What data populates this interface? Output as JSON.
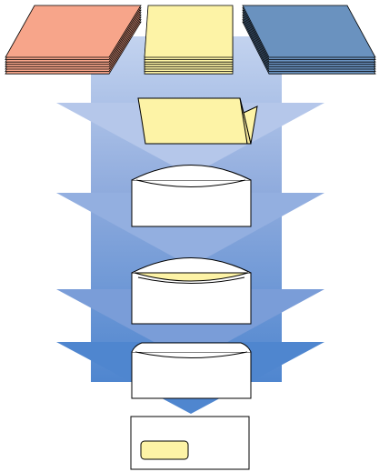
{
  "colors": {
    "background": "#ffffff",
    "stroke": "#000000",
    "salmon_paper": "#f7a58a",
    "yellow_paper": "#fdf3a6",
    "blue_paper": "#6a92bf",
    "arrow_light": "#b7c9ea",
    "arrow_mid": "#9cb6e3",
    "arrow_deep": "#7fa0d8",
    "arrow_deepest": "#4f86cf",
    "envelope": "#ffffff",
    "window": "#fdf3a6"
  },
  "stacks": [
    {
      "name": "salmon-paper-stack",
      "icon": "paper-stack-icon",
      "sheets": 8
    },
    {
      "name": "yellow-paper-stack",
      "icon": "paper-stack-icon",
      "sheets": 8
    },
    {
      "name": "blue-paper-stack",
      "icon": "paper-stack-icon",
      "sheets": 8
    }
  ],
  "steps": [
    {
      "name": "folded-insert",
      "icon": "folded-letter-icon"
    },
    {
      "name": "open-envelope",
      "icon": "envelope-open-icon"
    },
    {
      "name": "filled-envelope",
      "icon": "envelope-filled-icon"
    },
    {
      "name": "sealing-envelope",
      "icon": "envelope-sealing-icon"
    },
    {
      "name": "window-envelope",
      "icon": "window-envelope-icon"
    }
  ]
}
